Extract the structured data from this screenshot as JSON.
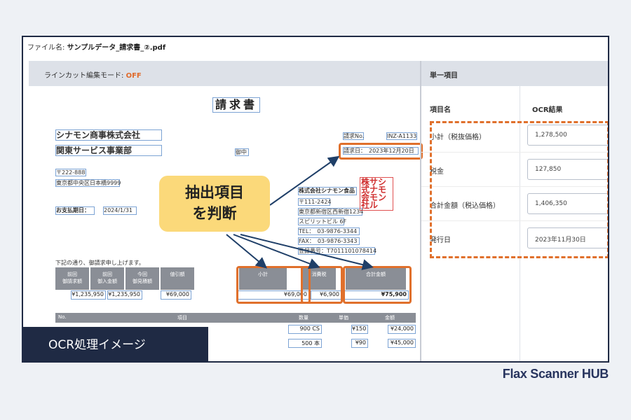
{
  "file": {
    "prefix": "ファイル名: ",
    "name": "サンプルデータ_請求書_②.pdf"
  },
  "linecut": {
    "label": "ラインカット編集モード: ",
    "state": "OFF"
  },
  "panel": {
    "header": "単一項目",
    "col_item": "項目名",
    "col_ocr": "OCR結果",
    "rows": [
      {
        "label": "小計（税抜価格）",
        "value": "1,278,500"
      },
      {
        "label": "税金",
        "value": "127,850"
      },
      {
        "label": "合計金額（税込価格）",
        "value": "1,406,350"
      },
      {
        "label": "発行日",
        "value": "2023年11月30日"
      }
    ]
  },
  "invoice": {
    "title": "請求書",
    "company": "シナモン商事株式会社",
    "division": "関東サービス事業部",
    "honorific": "御中",
    "zip": "〒222-888",
    "address": "東京都中央区日本橋9999",
    "due_label": "お支払期日：",
    "due_date": "2024/1/31",
    "invoice_no_label": "請求No.",
    "invoice_no": "INZ-A1133",
    "issue_date": "請求日：　2023年12月20日",
    "issuer_name": "株式会社シナモン食品",
    "issuer_zip": "〒111-2424",
    "issuer_addr": "東京都新宿区西新宿1234",
    "issuer_bldg": "スピリットビル 6F",
    "tel": "TEL：　03-9876-3344",
    "fax": "FAX：　03-9876-3343",
    "reg_no": "登録番号：T7011101078414",
    "stamp": "株サシ式ナモ会モン社ル",
    "note": "下記の通り、御請求申し上げます。",
    "summary_heads": [
      "前回\n御請求額",
      "前回\n御入金額",
      "今回\n御見積額",
      "値引額",
      "小計",
      "消費税",
      "合計金額"
    ],
    "summary_vals": [
      "¥1,235,950",
      "¥1,235,950",
      "¥69,000",
      "",
      "¥69,000",
      "¥6,900",
      "¥75,900"
    ],
    "items_heads": [
      "No.",
      "項目",
      "数量",
      "単価",
      "金額"
    ],
    "items_rows": [
      {
        "qty": "900 CS",
        "price": "¥150",
        "amount": "¥24,000"
      },
      {
        "qty": "500 本",
        "price": "¥90",
        "amount": "¥45,000"
      }
    ]
  },
  "callout": {
    "line1": "抽出項目",
    "line2": "を判断"
  },
  "ocr_label": "OCR処理イメージ",
  "brand": "Flax Scanner HUB",
  "colors": {
    "accent": "#e0702c",
    "navy": "#1f2a44",
    "callout": "#fbd97a"
  }
}
